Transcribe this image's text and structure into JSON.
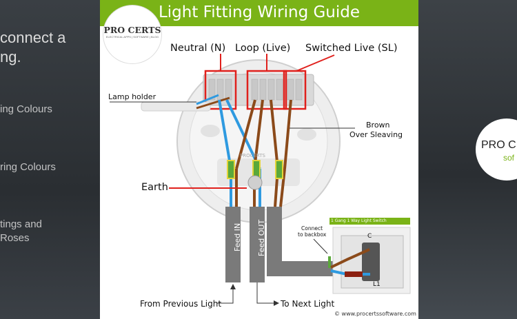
{
  "background": {
    "left_texts": [
      "connect a",
      "ng.",
      "ing Colours",
      "ring Colours",
      "tings and",
      "Roses"
    ],
    "right_brand": {
      "line1": "PRO C",
      "line2": "sof"
    }
  },
  "guide": {
    "title": "Light Fitting Wiring Guide",
    "logo": {
      "name": "PRO CERTS",
      "tagline": "ELECTRICAL APPS | SOFTWARE | BLOG"
    },
    "labels": {
      "neutral": "Neutral (N)",
      "loop": "Loop (Live)",
      "switched_live": "Switched Live (SL)",
      "lamp_holder": "Lamp holder",
      "brown": "Brown",
      "over_sleaving": "Over Sleaving",
      "earth": "Earth",
      "feed_in": "Feed IN",
      "feed_out": "Feed OUT",
      "switch": "Switch",
      "connect": "Connect",
      "to_backbox": "to backbox",
      "switch_title": "1 Gang 1 Way Light Switch",
      "c": "C",
      "l1": "L1",
      "from_previous": "From Previous Light",
      "to_next": "To Next Light",
      "copyright": "© www.procertssoftware.com",
      "rose_brand": "PROCERTS"
    },
    "colors": {
      "accent": "#7ab317",
      "highlight": "#e0201c",
      "brown": "#8b4a1a",
      "blue": "#2f9ae0",
      "cable_grey": "#7a7a7a"
    }
  }
}
